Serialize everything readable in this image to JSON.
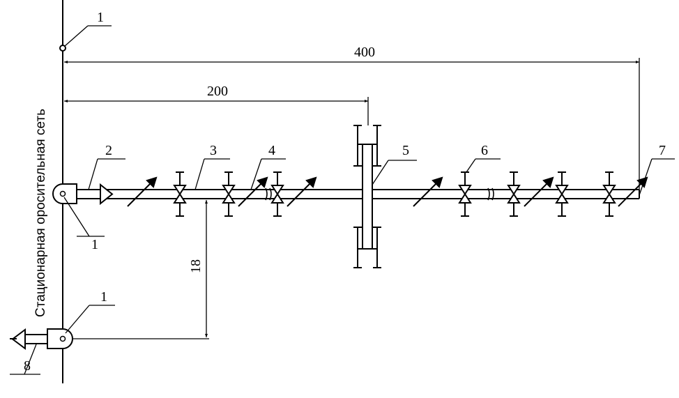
{
  "network_label": "Стационарная оросительная сеть",
  "dimensions": {
    "total": "400",
    "half": "200",
    "offset": "18"
  },
  "callouts": {
    "c1_top": "1",
    "c1_mid": "1",
    "c1_bottom": "1",
    "c2": "2",
    "c3": "3",
    "c4": "4",
    "c5": "5",
    "c6": "6",
    "c7": "7",
    "c8": "8"
  }
}
